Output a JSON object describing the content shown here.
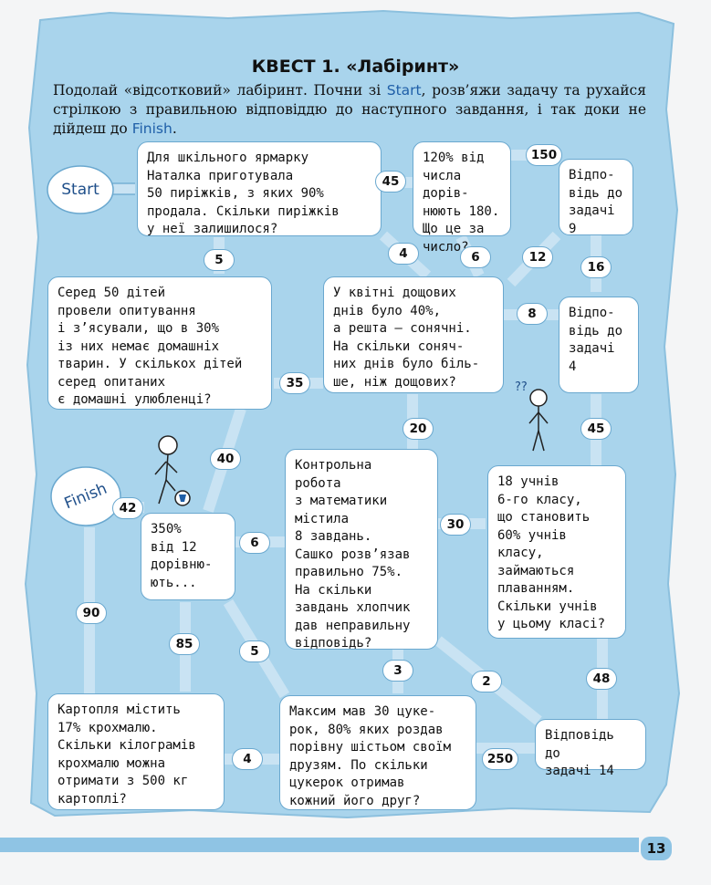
{
  "title": "КВЕСТ 1. «Лабіринт»",
  "intro": {
    "part1": "Подолай «відсотковий» лабіринт. Почни зі ",
    "start_word": "Start",
    "part2": ", розв’яжи задачу та рухайся стрілкою з правильною відповіддю до наступного завдання, і так доки не дійдеш до ",
    "finish_word": "Finish",
    "part3": "."
  },
  "start_label": "Start",
  "finish_label": "Finish",
  "tasks": {
    "pies": "Для шкільного ярмарку\nНаталка приготувала\n50 пиріжків, з яких 90%\nпродала. Скільки пиріжків\nу неї залишилося?",
    "percent120": "120% від\nчисла дорів-\nнюють 180.\nЩо це за\nчисло?",
    "answer9": "Відпо-\nвідь до\nзадачі 9",
    "survey": "Серед 50 дітей\nпровели опитування\nі з’ясували, що в 30%\nіз них немає домашніх\nтварин. У скількох дітей\nсеред опитаних\nє домашні улюбленці?",
    "april": "У квітні дощових\nднів було 40%,\nа решта — сонячні.\nНа скільки соняч-\nних днів було біль-\nше, ніж дощових?",
    "answer4": "Відпо-\nвідь до\nзадачі 4",
    "test": "Контрольна\nробота\nз математики\nмістила\n8 завдань.\nСашко розв’язав\nправильно 75%.\nНа скільки\nзавдань хлопчик\nдав неправильну\nвідповідь?",
    "percent350": "350%\nвід 12\nдорівню-\nють...",
    "swimming": "18 учнів\n6-го класу,\nщо становить\n60% учнів\nкласу,\nзаймаються\nплаванням.\nСкільки учнів\nу цьому класі?",
    "potatoes": "Картопля містить\n17% крохмалю.\nСкільки кілограмів\nкрохмалю можна\nотримати з 500 кг\nкартоплі?",
    "candies": "Максим мав 30 цуке-\nрок, 80% яких роздав\nпорівну шістьом своїм\nдрузям. По скільки\nцукерок отримав\nкожний його друг?",
    "answer14": "Відповідь до\nзадачі 14"
  },
  "arrow_numbers": {
    "n45a": "45",
    "n150": "150",
    "n5a": "5",
    "n4a": "4",
    "n6a": "6",
    "n12": "12",
    "n16": "16",
    "n8": "8",
    "n35": "35",
    "n20": "20",
    "n45b": "45",
    "n40": "40",
    "n42": "42",
    "n6b": "6",
    "n30": "30",
    "n90": "90",
    "n85": "85",
    "n5b": "5",
    "n3": "3",
    "n2": "2",
    "n48": "48",
    "n4b": "4",
    "n250": "250"
  },
  "page_number": "13",
  "colors": {
    "frame": "#a9d4ec",
    "arrow": "#c9e3f3",
    "arrow_border": "#6aa8cf",
    "accent": "#1f5fa8"
  }
}
